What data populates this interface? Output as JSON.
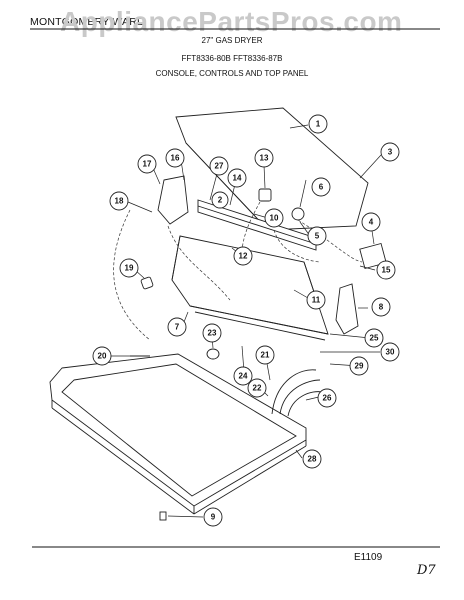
{
  "header": {
    "brand": "MONTGOMERY WARD",
    "watermark": "AppliancePartsPros.com",
    "title_line1": "27\" GAS DRYER",
    "title_line2": "FFT8336-80B  FFT8336-87B",
    "title_line3": "CONSOLE, CONTROLS AND TOP PANEL"
  },
  "footer": {
    "diagram_code": "E1109",
    "page_mark": "D7"
  },
  "callouts": [
    "1",
    "2",
    "3",
    "4",
    "5",
    "6",
    "7",
    "8",
    "9",
    "10",
    "11",
    "12",
    "13",
    "14",
    "15",
    "16",
    "17",
    "18",
    "19",
    "20",
    "21",
    "22",
    "23",
    "24",
    "25",
    "26",
    "27",
    "28",
    "29",
    "30"
  ]
}
